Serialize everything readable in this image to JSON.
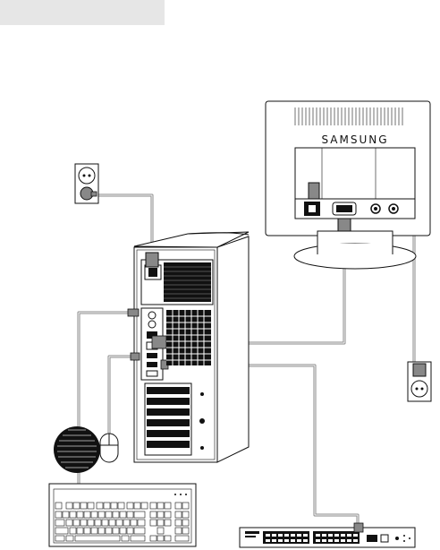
{
  "monitor": {
    "brand": "SAMSUNG"
  },
  "colors": {
    "background": "#ffffff",
    "header_bar": "#e6e6e6",
    "outline": "#111111",
    "cable": "#8a8a8a",
    "cable_inner": "#ffffff"
  },
  "components": [
    "wall-outlet-top-left",
    "pc-tower",
    "monitor",
    "wall-outlet-right",
    "mouse",
    "keyboard",
    "network-switch"
  ]
}
